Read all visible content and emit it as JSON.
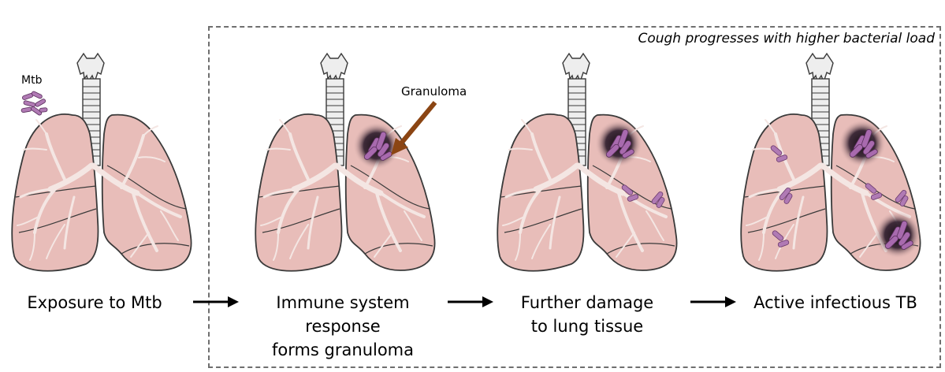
{
  "box_title": "Cough progresses with higher bacterial load",
  "labels": {
    "mtb": "Mtb",
    "granuloma": "Granuloma"
  },
  "stages": [
    {
      "line1": "Exposure to Mtb",
      "line2": ""
    },
    {
      "line1": "Immune system response",
      "line2": "forms granuloma"
    },
    {
      "line1": "Further damage",
      "line2": "to lung tissue"
    },
    {
      "line1": "Active infectious TB",
      "line2": ""
    }
  ],
  "colors": {
    "lung_fill": "#e8bdb9",
    "lung_outline": "#3a3a3a",
    "airway_fill": "#f4e6e3",
    "trachea_fill": "#eeeeee",
    "bacteria": "#b07ab4",
    "granuloma_core": "#1a1018",
    "pointer_arrow": "#8b4513",
    "box_border": "#6f6f6f"
  }
}
